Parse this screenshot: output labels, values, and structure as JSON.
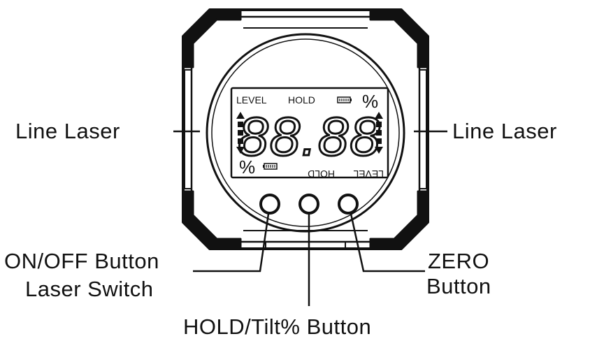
{
  "callouts": {
    "left_laser": "Line Laser",
    "right_laser": "Line Laser",
    "onoff_line1": "ON/OFF Button",
    "onoff_line2": "Laser Switch",
    "zero_line1": "ZERO",
    "zero_line2": "Button",
    "hold_tilt": "HOLD/Tilt% Button"
  },
  "lcd": {
    "level_top": "LEVEL",
    "hold_top": "HOLD",
    "percent_top": "%",
    "digits": "88.88",
    "percent_bottom": "%",
    "hold_bottom": "HOLD",
    "level_bottom": "LEVEL"
  },
  "colors": {
    "ink": "#111111",
    "lcd_bg": "#ffffff"
  },
  "icons": [
    "battery-icon",
    "up-arrow-icon",
    "down-arrow-icon",
    "bar-segment-icon"
  ]
}
